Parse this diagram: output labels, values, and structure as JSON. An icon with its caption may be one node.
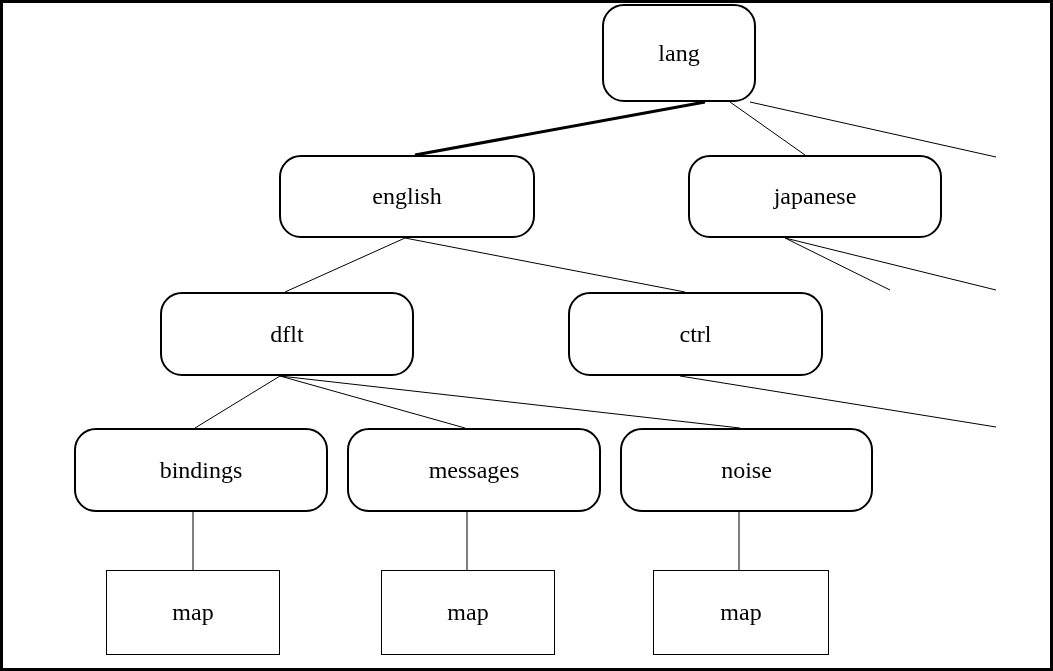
{
  "diagram": {
    "nodes": [
      {
        "text": [
          "lang"
        ]
      },
      {
        "text": [
          "english"
        ]
      },
      {
        "text": [
          "japanese"
        ]
      },
      {
        "text": [
          "dflt"
        ]
      },
      {
        "text": [
          "ctrl"
        ]
      },
      {
        "text": [
          "bindings"
        ]
      },
      {
        "text": [
          "messages"
        ]
      },
      {
        "text": [
          "noise"
        ]
      },
      {
        "text": [
          "map"
        ]
      },
      {
        "text": [
          "map"
        ]
      },
      {
        "text": [
          "map"
        ]
      }
    ],
    "edges": [
      {
        "from": 0,
        "to": 1,
        "arrow": "none",
        "style": "thick"
      },
      {
        "from": 0,
        "to": 2,
        "arrow": "none"
      },
      {
        "from": 0,
        "to": null,
        "arrow": "none"
      },
      {
        "from": 2,
        "to": null,
        "arrow": "none"
      },
      {
        "from": 2,
        "to": null,
        "arrow": "none"
      },
      {
        "from": 1,
        "to": 3,
        "arrow": "none"
      },
      {
        "from": 1,
        "to": 4,
        "arrow": "none"
      },
      {
        "from": 3,
        "to": 5,
        "arrow": "none"
      },
      {
        "from": 3,
        "to": 6,
        "arrow": "none"
      },
      {
        "from": 3,
        "to": 7,
        "arrow": "none"
      },
      {
        "from": 4,
        "to": null,
        "arrow": "none"
      },
      {
        "from": 5,
        "to": 8,
        "arrow": "none"
      },
      {
        "from": 6,
        "to": 9,
        "arrow": "none"
      },
      {
        "from": 7,
        "to": 10,
        "arrow": "none"
      }
    ]
  }
}
